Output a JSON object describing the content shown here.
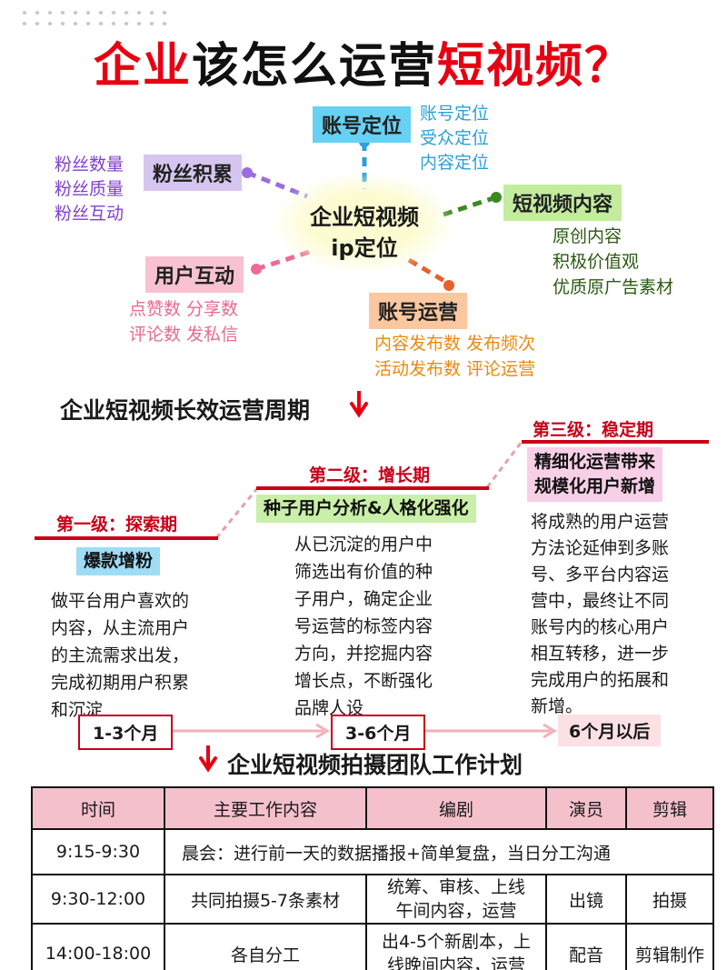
{
  "title": {
    "part1": "企业",
    "part2": "该怎么运营",
    "part3": "短视频？"
  },
  "center": {
    "line1": "企业短视频",
    "line2": "ip定位"
  },
  "nodes": {
    "account_position": {
      "label": "账号定位",
      "items": [
        "账号定位",
        "受众定位",
        "内容定位"
      ]
    },
    "fan_growth": {
      "label": "粉丝积累",
      "items": [
        "粉丝数量",
        "粉丝质量",
        "粉丝互动"
      ]
    },
    "video_content": {
      "label": "短视频内容",
      "items": [
        "原创内容",
        "积极价值观",
        "优质原广告素材"
      ]
    },
    "user_interaction": {
      "label": "用户互动",
      "items": [
        "点赞数  分享数",
        "评论数  发私信"
      ]
    },
    "account_ops": {
      "label": "账号运营",
      "items": [
        "内容发布数  发布频次",
        "活动发布数  评论运营"
      ]
    }
  },
  "cycle": {
    "title": "企业短视频长效运营周期",
    "stages": [
      {
        "label": "第一级：探索期",
        "highlight": "爆款增粉",
        "lines": [
          "做平台用户喜欢的",
          "内容，从主流用户",
          "的主流需求出发，",
          "完成初期用户积累",
          "和沉淀"
        ],
        "period": "1-3个月"
      },
      {
        "label": "第二级：增长期",
        "highlight": "种子用户分析&人格化强化",
        "lines": [
          "从已沉淀的用户中",
          "筛选出有价值的种",
          "子用户，确定企业",
          "号运营的标签内容",
          "方向，并挖掘内容",
          "增长点，不断强化",
          "品牌人设"
        ],
        "period": "3-6个月"
      },
      {
        "label": "第三级：稳定期",
        "highlight_lines": [
          "精细化运营带来",
          "规模化用户新增"
        ],
        "lines": [
          "将成熟的用户运营",
          "方法论延伸到多账",
          "号、多平台内容运",
          "营中，最终让不同",
          "账号内的核心用户",
          "相互转移，进一步",
          "完成用户的拓展和",
          "新增。"
        ],
        "period": "6个月以后"
      }
    ]
  },
  "plan": {
    "title": "企业短视频拍摄团队工作计划",
    "headers": [
      "时间",
      "主要工作内容",
      "编剧",
      "演员",
      "剪辑"
    ],
    "rows": [
      {
        "time": "9:15-9:30",
        "merged": "晨会：进行前一天的数据播报+简单复盘，当日分工沟通"
      },
      {
        "time": "9:30-12:00",
        "content": "共同拍摄5-7条素材",
        "writer": [
          "统筹、审核、上线",
          "午间内容，运营"
        ],
        "actor": "出镜",
        "editor": "拍摄"
      },
      {
        "time": "14:00-18:00",
        "content": "各自分工",
        "writer": [
          "出4-5个新剧本，上",
          "线晚间内容，运营"
        ],
        "actor": "配音",
        "editor": "剪辑制作"
      }
    ]
  },
  "colors": {
    "red": "#e60012",
    "stage_red": "#c80018",
    "blue_box": "#66d1f2",
    "green_box": "#c3ec9f",
    "purple_box": "#d6c6ef",
    "pink_box": "#f8c2d0",
    "orange_box": "#f9c7a0",
    "table_header": "#f4c0cc"
  }
}
